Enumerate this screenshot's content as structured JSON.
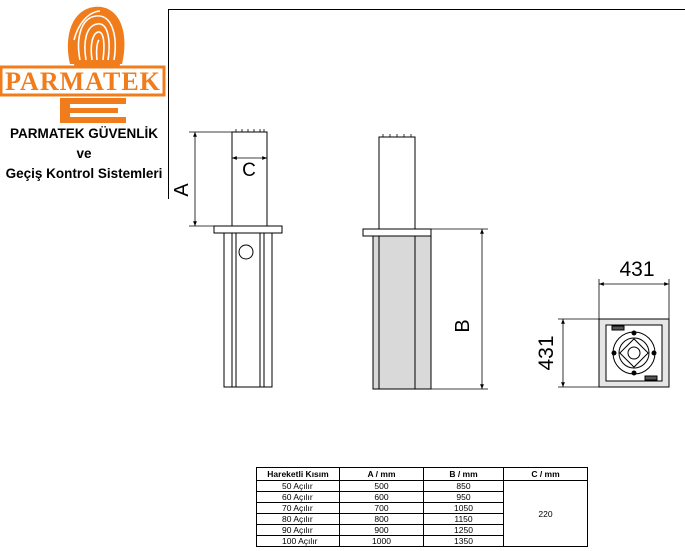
{
  "logo": {
    "brand_text": "PARMATEK"
  },
  "company": {
    "line1": "PARMATEK GÜVENLİK",
    "line2": "ve",
    "line3": "Geçiş Kontrol Sistemleri"
  },
  "drawing": {
    "dim_a": "A",
    "dim_b": "B",
    "dim_c": "C",
    "dim_width": "431",
    "dim_depth": "431"
  },
  "table": {
    "headers": [
      "Hareketli Kısım",
      "A / mm",
      "B / mm",
      "C / mm"
    ],
    "rows": [
      [
        "50 Açılır",
        "500",
        "850"
      ],
      [
        "60 Açılır",
        "600",
        "950"
      ],
      [
        "70 Açılır",
        "700",
        "1050"
      ],
      [
        "80 Açılır",
        "800",
        "1150"
      ],
      [
        "90 Açılır",
        "900",
        "1250"
      ],
      [
        "100 Açılır",
        "1000",
        "1350"
      ]
    ],
    "c_value": "220"
  },
  "colors": {
    "logo_orange": "#f07c1b",
    "line": "#000000",
    "shade": "#d9d9d9"
  }
}
